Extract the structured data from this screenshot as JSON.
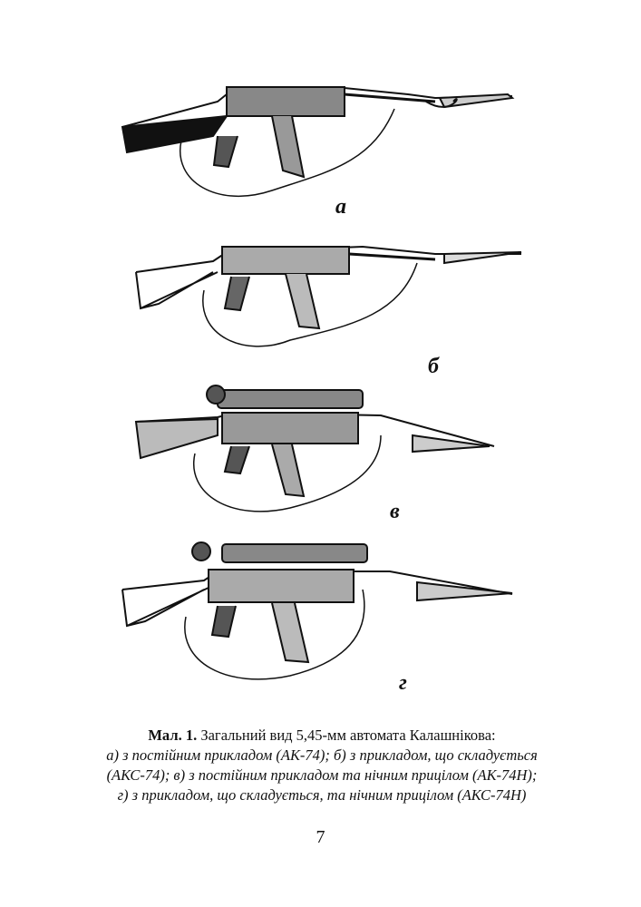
{
  "figure": {
    "labels": [
      "а",
      "б",
      "в",
      "г"
    ]
  },
  "caption": {
    "prefix": "Мал. 1.",
    "title": " Загальний вид 5,45-мм автомата Калашнікова:",
    "lines": [
      "а) з постійним прикладом (АК-74); б) з прикладом, що складується",
      "(АКС-74); в) з постійним прикладом та нічним прицілом (АК-74Н);",
      "г) з прикладом, що складується, та нічним прицілом (АКС-74Н)"
    ]
  },
  "page_number": "7"
}
